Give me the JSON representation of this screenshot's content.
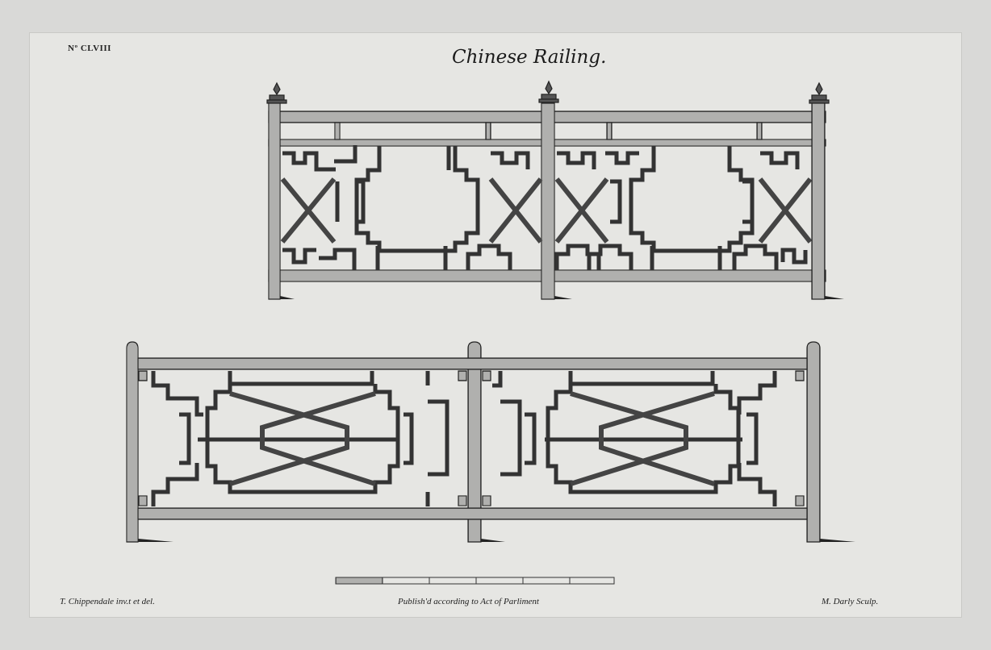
{
  "plate": {
    "number": "Nº CLVIII",
    "title": "Chinese Railing."
  },
  "credits": {
    "designer": "T. Chippendale inv.t et del.",
    "publication": "Publish'd according to Act of Parliment",
    "engraver": "M. Darly Sculp."
  },
  "colors": {
    "paper": "#e6e6e3",
    "ink": "#222222",
    "hatch": "#4a4a4a"
  },
  "drawings": [
    {
      "name": "upper-railing",
      "pattern": "fret with crossed panels and elongated octagon panels, three finialed posts"
    },
    {
      "name": "lower-railing",
      "pattern": "fret with diagonal cross panels, three rounded posts"
    }
  ],
  "scale_bar": {
    "segments": 6
  }
}
